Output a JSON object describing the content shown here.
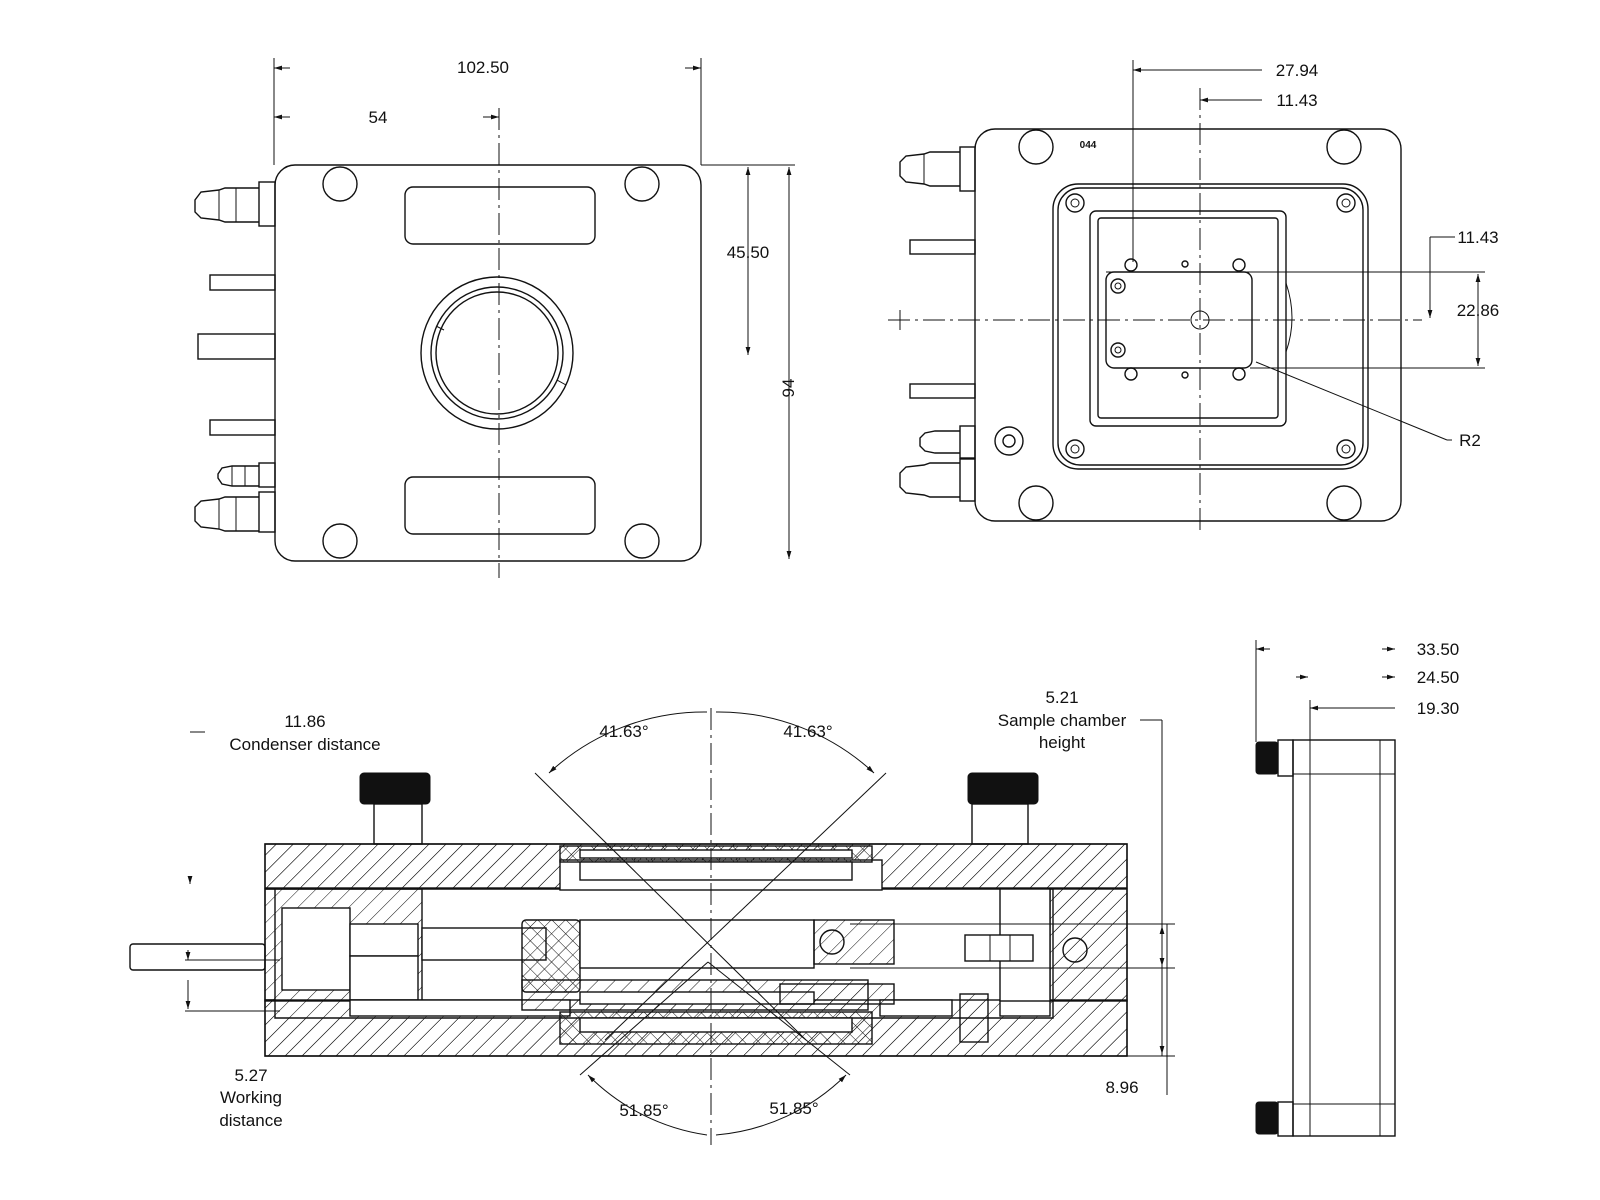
{
  "top_left_view": {
    "dim_width": "102.50",
    "dim_center": "54",
    "dim_half_height": "45.50",
    "dim_height": "94"
  },
  "top_right_view": {
    "dim_a": "27.94",
    "dim_b": "11.43",
    "dim_c": "11.43",
    "dim_d": "22.86",
    "radius": "R2",
    "part_tag": "044"
  },
  "section_view": {
    "condenser_value": "11.86",
    "condenser_label": "Condenser distance",
    "chamber_value": "5.21",
    "chamber_label_1": "Sample chamber",
    "chamber_label_2": "height",
    "working_value": "5.27",
    "working_label_1": "Working",
    "working_label_2": "distance",
    "angle_top_left": "41.63°",
    "angle_top_right": "41.63°",
    "angle_bottom_left": "51.85°",
    "angle_bottom_right": "51.85°",
    "dim_right_bottom": "8.96"
  },
  "side_view": {
    "dim_1": "33.50",
    "dim_2": "24.50",
    "dim_3": "19.30"
  }
}
